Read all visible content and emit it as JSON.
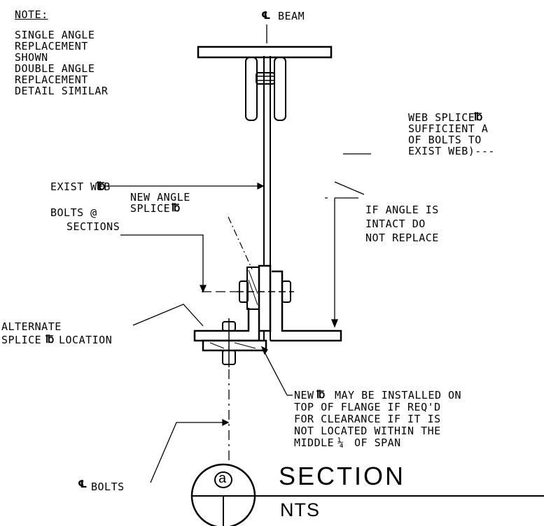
{
  "note": {
    "heading": "NOTE:",
    "lines": [
      "SINGLE ANGLE",
      "REPLACEMENT",
      "SHOWN",
      "DOUBLE ANGLE",
      "REPLACEMENT",
      "DETAIL SIMILAR"
    ]
  },
  "labels": {
    "beam_cl": "BEAM",
    "web_splice": [
      "WEB SPLICE",
      "SUFFICIENT A",
      "OF BOLTS TO",
      "EXIST WEB)---"
    ],
    "exist_web": "EXIST WEB",
    "new_angle": [
      "NEW ANGLE",
      "SPLICE"
    ],
    "bolts_at": [
      "BOLTS @",
      "SECTIONS"
    ],
    "if_angle": [
      "IF ANGLE IS",
      "INTACT DO",
      "NOT REPLACE"
    ],
    "alternate": [
      "ALTERNATE",
      "SPLICE",
      "LOCATION"
    ],
    "new_plate": [
      "NEW",
      "MAY BE INSTALLED ON",
      "TOP OF FLANGE IF REQ'D",
      "FOR CLEARANCE IF IT IS",
      "NOT LOCATED WITHIN THE",
      "MIDDLE",
      "OF SPAN"
    ],
    "bolts_cl": "BOLTS"
  },
  "title": {
    "marker": "a",
    "name": "SECTION",
    "scale": "NTS"
  }
}
